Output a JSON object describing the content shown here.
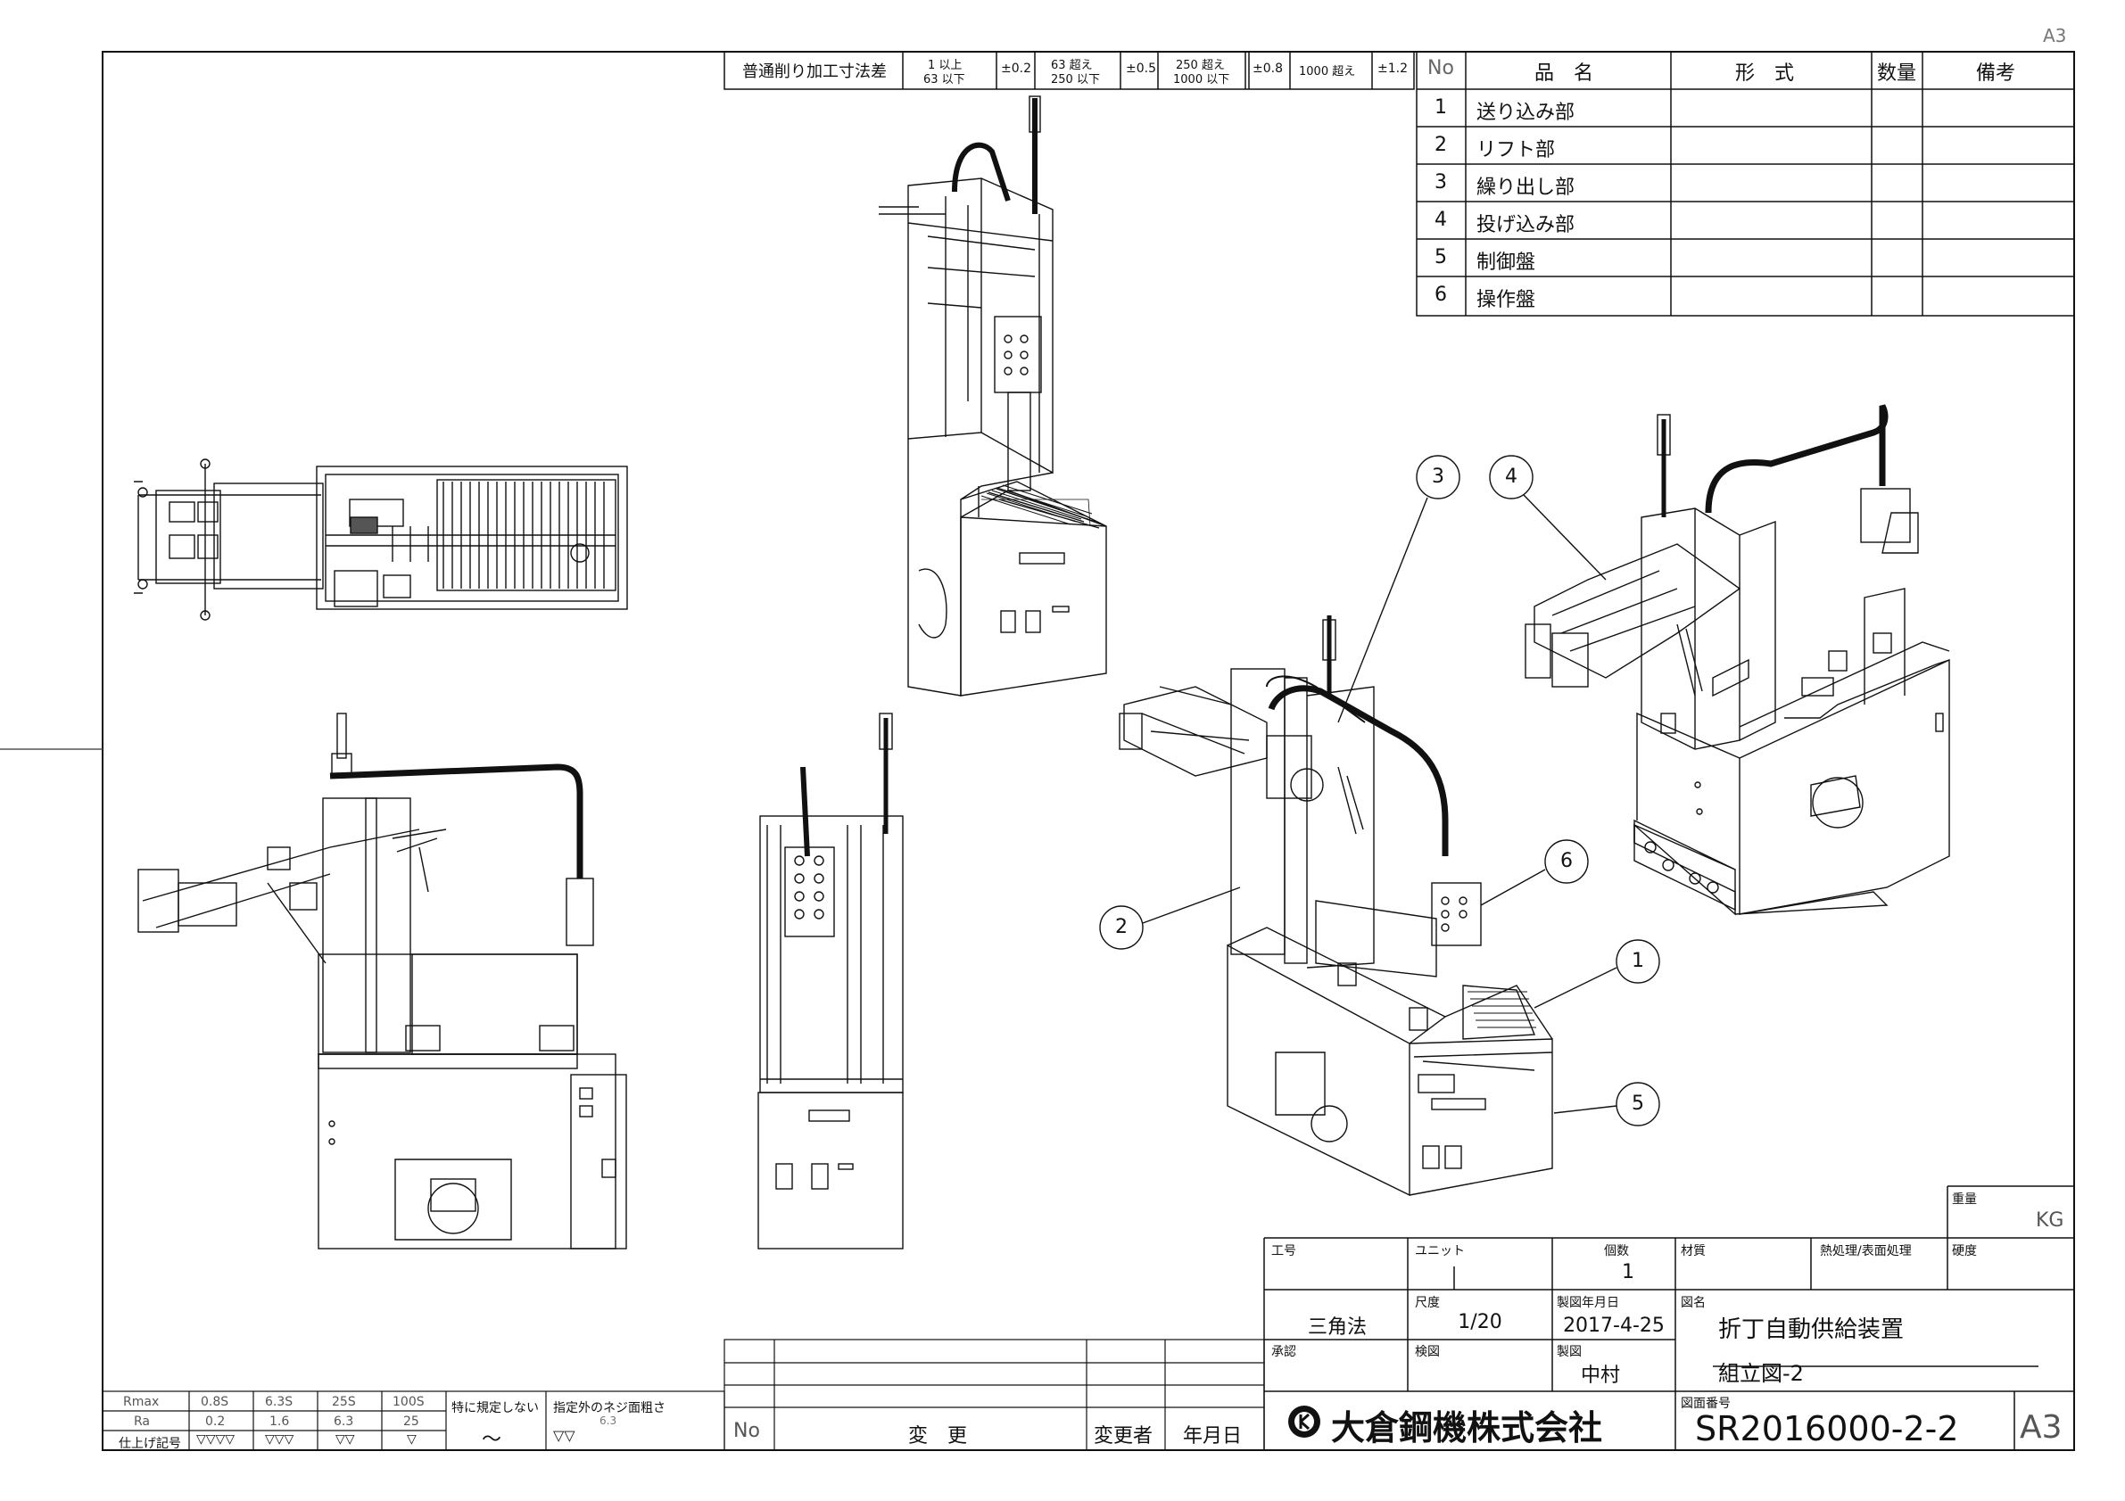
{
  "sheet_size": "A3",
  "tolerance": {
    "title": "普通削り加工寸法差",
    "ranges": [
      {
        "range_line1": "1 以上",
        "range_line2": "63 以下",
        "value": "±0.2"
      },
      {
        "range_line1": "63 超え",
        "range_line2": "250 以下",
        "value": "±0.5"
      },
      {
        "range_line1": "250 超え",
        "range_line2": "1000 以下",
        "value": "±0.8"
      },
      {
        "range_line1": "1000 超え",
        "range_line2": "",
        "value": "±1.2"
      }
    ]
  },
  "parts_list": {
    "headers": {
      "no": "No",
      "name": "品　名",
      "type": "形　式",
      "qty": "数量",
      "remarks": "備考"
    },
    "rows": [
      {
        "no": "1",
        "name": "送り込み部"
      },
      {
        "no": "2",
        "name": "リフト部"
      },
      {
        "no": "3",
        "name": "繰り出し部"
      },
      {
        "no": "4",
        "name": "投げ込み部"
      },
      {
        "no": "5",
        "name": "制御盤"
      },
      {
        "no": "6",
        "name": "操作盤"
      }
    ]
  },
  "balloons": [
    "1",
    "2",
    "3",
    "4",
    "5",
    "6"
  ],
  "surface_finish": {
    "row_labels": [
      "Rmax",
      "Ra",
      "仕上げ記号"
    ],
    "rmax": [
      "0.8S",
      "6.3S",
      "25S",
      "100S"
    ],
    "ra": [
      "0.2",
      "1.6",
      "6.3",
      "25"
    ],
    "symbols": [
      "▽▽▽▽",
      "▽▽▽",
      "▽▽",
      "▽"
    ],
    "unspecified_label": "特に規定しない",
    "unspecified_symbol": "～",
    "thread_label": "指定外のネジ面粗さ",
    "thread_value": "6.3",
    "thread_symbol": "▽▽"
  },
  "revision_table": {
    "no": "No",
    "change": "変　更",
    "changer": "変更者",
    "date": "年月日"
  },
  "title_block": {
    "weight_label": "重量",
    "weight_unit": "KG",
    "work_no_label": "工号",
    "unit_label": "ユニット",
    "count_label": "個数",
    "count_value": "1",
    "material_label": "材質",
    "treatment_label": "熱処理/表面処理",
    "hardness_label": "硬度",
    "projection": "三角法",
    "scale_label": "尺度",
    "scale_value": "1/20",
    "date_label": "製図年月日",
    "date_value": "2017-4-25",
    "drawing_name_label": "図名",
    "drawing_name_1": "折丁自動供給装置",
    "drawing_name_2": "組立図-2",
    "approval_label": "承認",
    "check_label": "検図",
    "draft_label": "製図",
    "drafter": "中村",
    "company": "大倉鋼機株式会社",
    "drawing_no_label": "図面番号",
    "drawing_no": "SR2016000-2-2",
    "size": "A3"
  }
}
